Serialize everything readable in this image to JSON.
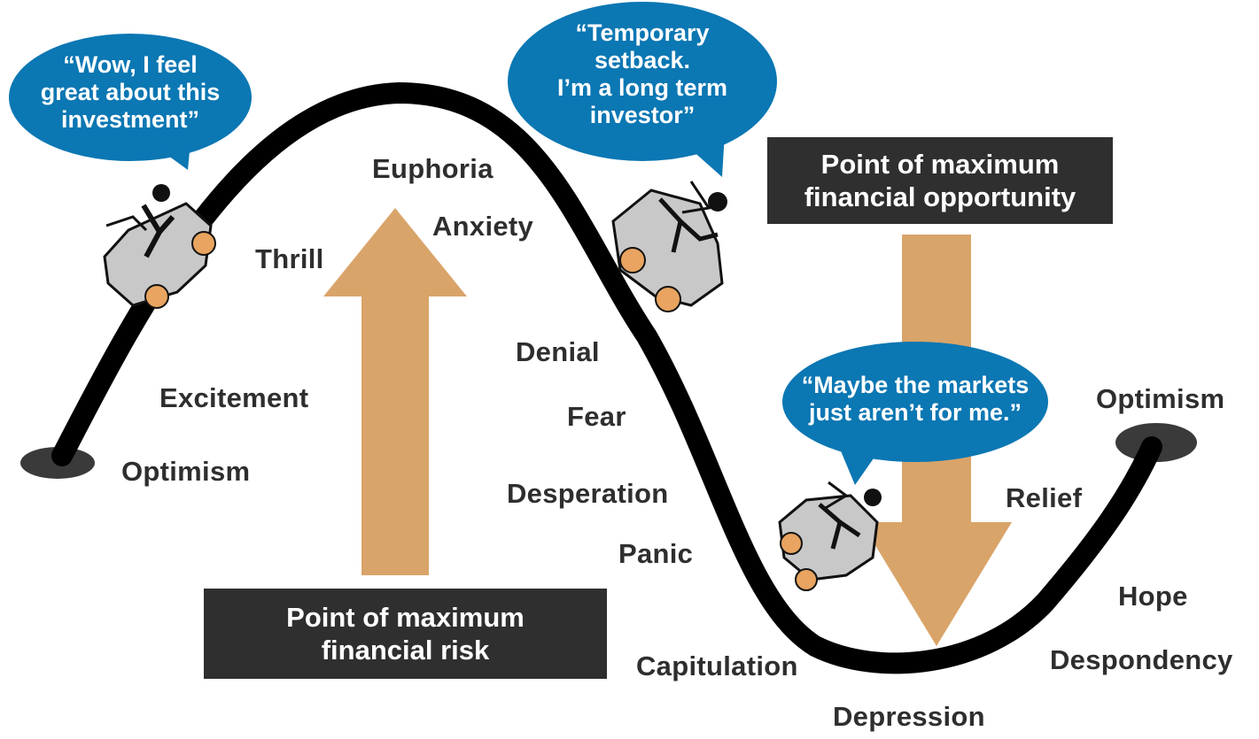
{
  "emotions": {
    "optimism_start": "Optimism",
    "excitement": "Excitement",
    "thrill": "Thrill",
    "euphoria": "Euphoria",
    "anxiety": "Anxiety",
    "denial": "Denial",
    "fear": "Fear",
    "desperation": "Desperation",
    "panic": "Panic",
    "capitulation": "Capitulation",
    "depression": "Depression",
    "despondency": "Despondency",
    "hope": "Hope",
    "relief": "Relief",
    "optimism_end": "Optimism"
  },
  "bubbles": {
    "great": [
      "“Wow, I feel",
      "great about this",
      "investment”"
    ],
    "setback": [
      "“Temporary",
      "setback.",
      "I’m a long  term",
      "investor”"
    ],
    "markets": [
      "“Maybe the markets",
      "just aren’t for me.”"
    ]
  },
  "boxes": {
    "risk": [
      "Point of maximum",
      "financial risk"
    ],
    "opportunity": [
      "Point of maximum",
      "financial opportunity"
    ]
  },
  "colors": {
    "curve": "#000000",
    "bubble": "#0b77b3",
    "arrow": "#d9a469",
    "box": "#2f2f2f",
    "car": "#c8c8c8",
    "wheel": "#e8a460"
  }
}
